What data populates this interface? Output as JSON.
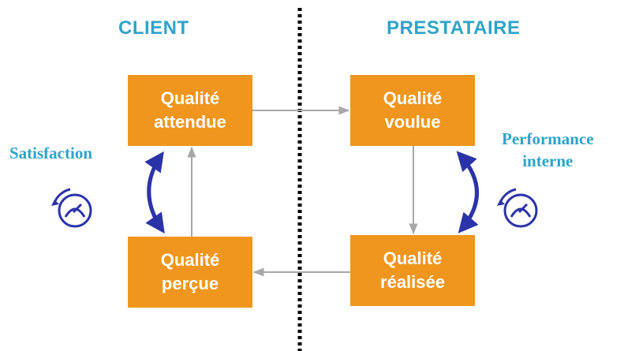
{
  "headings": {
    "client": "CLIENT",
    "prestataire": "PRESTATAIRE"
  },
  "boxes": {
    "attendue": {
      "line1": "Qualité",
      "line2": "attendue"
    },
    "voulue": {
      "line1": "Qualité",
      "line2": "voulue"
    },
    "percue": {
      "line1": "Qualité",
      "line2": "perçue"
    },
    "realisee": {
      "line1": "Qualité",
      "line2": "réalisée"
    }
  },
  "labels": {
    "satisfaction": "Satisfaction",
    "performance_line1": "Performance",
    "performance_line2": "interne"
  },
  "colors": {
    "box": "#f0961e",
    "heading": "#2fa3c9",
    "curved_arrow": "#2b33a8",
    "connector": "#a8a8a8",
    "divider": "#000000"
  },
  "icons": {
    "left_cycle": "cycle-gauge-icon",
    "right_cycle": "cycle-gauge-icon"
  }
}
